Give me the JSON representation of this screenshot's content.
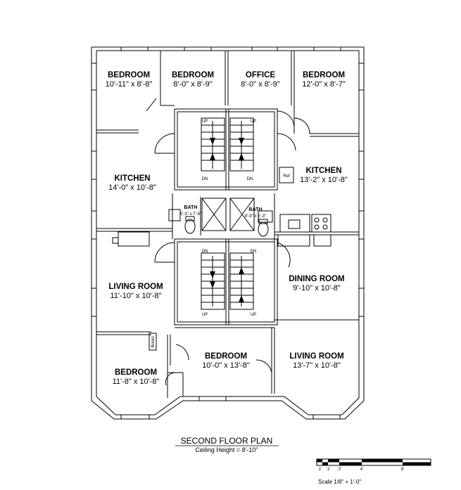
{
  "rooms": {
    "bedroom_1": {
      "name": "BEDROOM",
      "dims": "10'-11\" x 8'-8\""
    },
    "bedroom_2": {
      "name": "BEDROOM",
      "dims": "8'-0\" x 8'-9\""
    },
    "office": {
      "name": "OFFICE",
      "dims": "8'-0\" x 8'-9\""
    },
    "bedroom_3": {
      "name": "BEDROOM",
      "dims": "12'-0\" x 8'-7\""
    },
    "kitchen_left": {
      "name": "KITCHEN",
      "dims": "14'-0\" x 10'-8\""
    },
    "kitchen_right": {
      "name": "KITCHEN",
      "dims": "13'-2\" x 10'-8\""
    },
    "bath_left": {
      "name": "BATH",
      "dims": "5'-3\" x 7'-8\""
    },
    "bath_right": {
      "name": "BATH",
      "dims": "8'-9\" x 6'-3\""
    },
    "living_left": {
      "name": "LIVING ROOM",
      "dims": "11'-10\" x 10'-8\""
    },
    "dining": {
      "name": "DINING ROOM",
      "dims": "9'-10\" x 10'-8\""
    },
    "bedroom_center": {
      "name": "BEDROOM",
      "dims": "10'-0\" x 13'-8\""
    },
    "living_right": {
      "name": "LIVING ROOM",
      "dims": "13'-7\" x 10'-8\""
    },
    "bedroom_bottom_left": {
      "name": "BEDROOM",
      "dims": "11'-8\" x 10'-8\""
    }
  },
  "fixtures": {
    "ref": "Ref",
    "bookcase": "Bookc"
  },
  "stairs": {
    "up": "UP",
    "dn": "DN"
  },
  "title": {
    "main": "SECOND FLOOR PLAN",
    "sub": "Ceiling Height = 8'-10\""
  },
  "scale": {
    "ticks": [
      "1'",
      "1'",
      "2'",
      "4'",
      "8'"
    ],
    "label": "Scale  1/8\" = 1'-0\""
  }
}
